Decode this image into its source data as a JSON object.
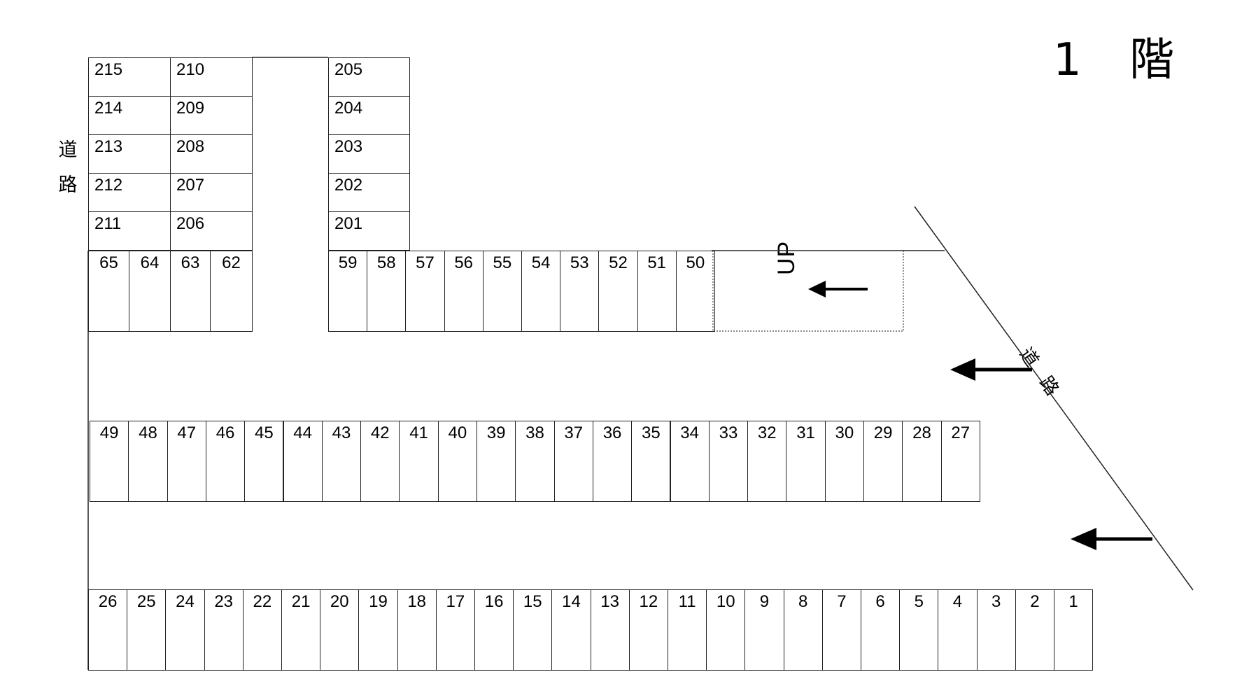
{
  "floor_label": "1 階",
  "road_label_left": "道路",
  "road_label_right": "道路",
  "up_label": "UP",
  "upper_left_top": [
    "215",
    "214",
    "213",
    "212",
    "211"
  ],
  "upper_mid_top": [
    "210",
    "209",
    "208",
    "207",
    "206"
  ],
  "upper_right_top": [
    "205",
    "204",
    "203",
    "202",
    "201"
  ],
  "row_a_left": [
    "65",
    "64",
    "63",
    "62"
  ],
  "row_a_right": [
    "59",
    "58",
    "57",
    "56",
    "55",
    "54",
    "53",
    "52",
    "51",
    "50"
  ],
  "row_b": [
    "49",
    "48",
    "47",
    "46",
    "45",
    "44",
    "43",
    "42",
    "41",
    "40",
    "39",
    "38",
    "37",
    "36",
    "35",
    "34",
    "33",
    "32",
    "31",
    "30",
    "29",
    "28",
    "27"
  ],
  "row_c": [
    "26",
    "25",
    "24",
    "23",
    "22",
    "21",
    "20",
    "19",
    "18",
    "17",
    "16",
    "15",
    "14",
    "13",
    "12",
    "11",
    "10",
    "9",
    "8",
    "7",
    "6",
    "5",
    "4",
    "3",
    "2",
    "1"
  ]
}
